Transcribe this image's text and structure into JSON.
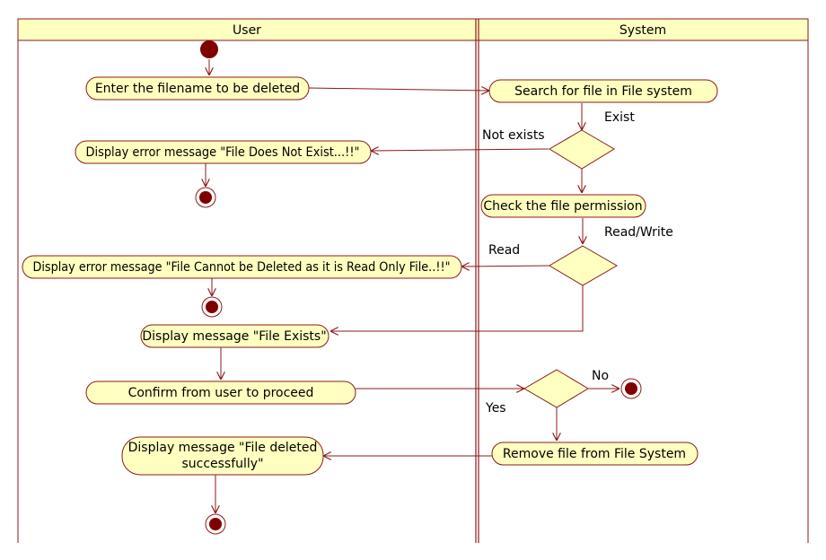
{
  "swimlanes": {
    "user": "User",
    "system": "System"
  },
  "activities": {
    "enter_filename": "Enter the filename to be deleted",
    "search_file": "Search for file in File system",
    "error_not_exist": "Display error message \"File Does Not Exist...!!\"",
    "check_permission": "Check the file permission",
    "error_read_only": "Display error message \"File Cannot be Deleted as it is Read Only File..!!\"",
    "display_exists": "Display message \"File Exists\"",
    "confirm_user": "Confirm from user to proceed",
    "remove_file": "Remove file from File System",
    "display_deleted_line1": "Display message \"File deleted",
    "display_deleted_line2": "successfully\""
  },
  "guards": {
    "exist": "Exist",
    "not_exists": "Not exists",
    "read_write": "Read/Write",
    "read": "Read",
    "no": "No",
    "yes": "Yes"
  },
  "colors": {
    "node_fill": "#ffffc0",
    "header_fill": "#ffffc0",
    "line": "#8b1a1a",
    "node_dot": "#800000"
  }
}
